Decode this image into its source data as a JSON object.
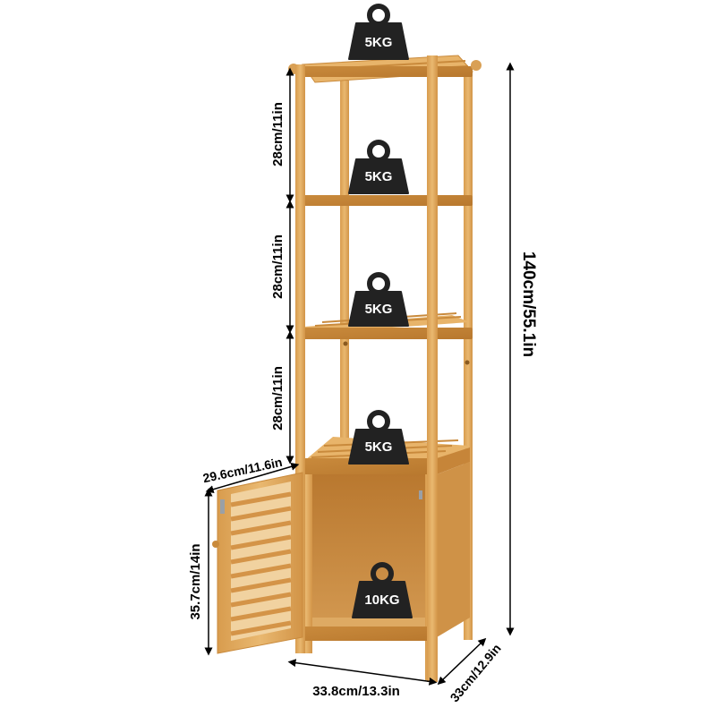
{
  "weights": {
    "top": "5KG",
    "shelf2": "5KG",
    "shelf3": "5KG",
    "shelf4": "5KG",
    "cabinet": "10KG"
  },
  "dimensions": {
    "total_height": "140cm/55.1in",
    "gap1": "28cm/11in",
    "gap2": "28cm/11in",
    "gap3": "28cm/11in",
    "depth_top": "29.6cm/11.6in",
    "door_height": "35.7cm/14in",
    "width": "33.8cm/13.3in",
    "depth": "33cm/12.9in"
  }
}
